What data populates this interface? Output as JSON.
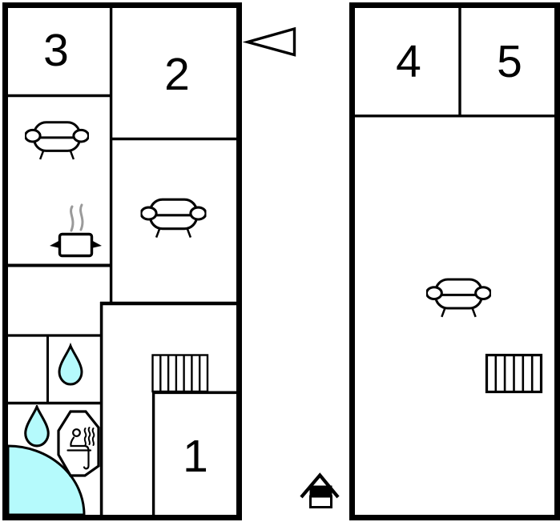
{
  "document_type": "vacation-home-floor-plan",
  "colors": {
    "background": "#ffffff",
    "wall": "#000000",
    "water_fill": "#b5fafc",
    "steam_gray": "#9a9a9a"
  },
  "left_floor": {
    "name": "left-floor-plan",
    "rooms": [
      {
        "id": "room-3",
        "label": "3"
      },
      {
        "id": "room-2",
        "label": "2"
      },
      {
        "id": "room-1",
        "label": "1"
      }
    ],
    "features": [
      "sofa-icon",
      "sofa-icon",
      "cooking-pot-icon",
      "water-drop-icon",
      "water-drop-icon",
      "sauna-icon",
      "corner-bathtub",
      "stairs-icon"
    ]
  },
  "right_floor": {
    "name": "right-floor-plan",
    "rooms": [
      {
        "id": "room-4",
        "label": "4"
      },
      {
        "id": "room-5",
        "label": "5"
      }
    ],
    "features": [
      "sofa-icon",
      "stairs-icon"
    ]
  },
  "markers": {
    "orientation_arrow": "triangle-pointing-left",
    "entrance_symbol": "house"
  }
}
